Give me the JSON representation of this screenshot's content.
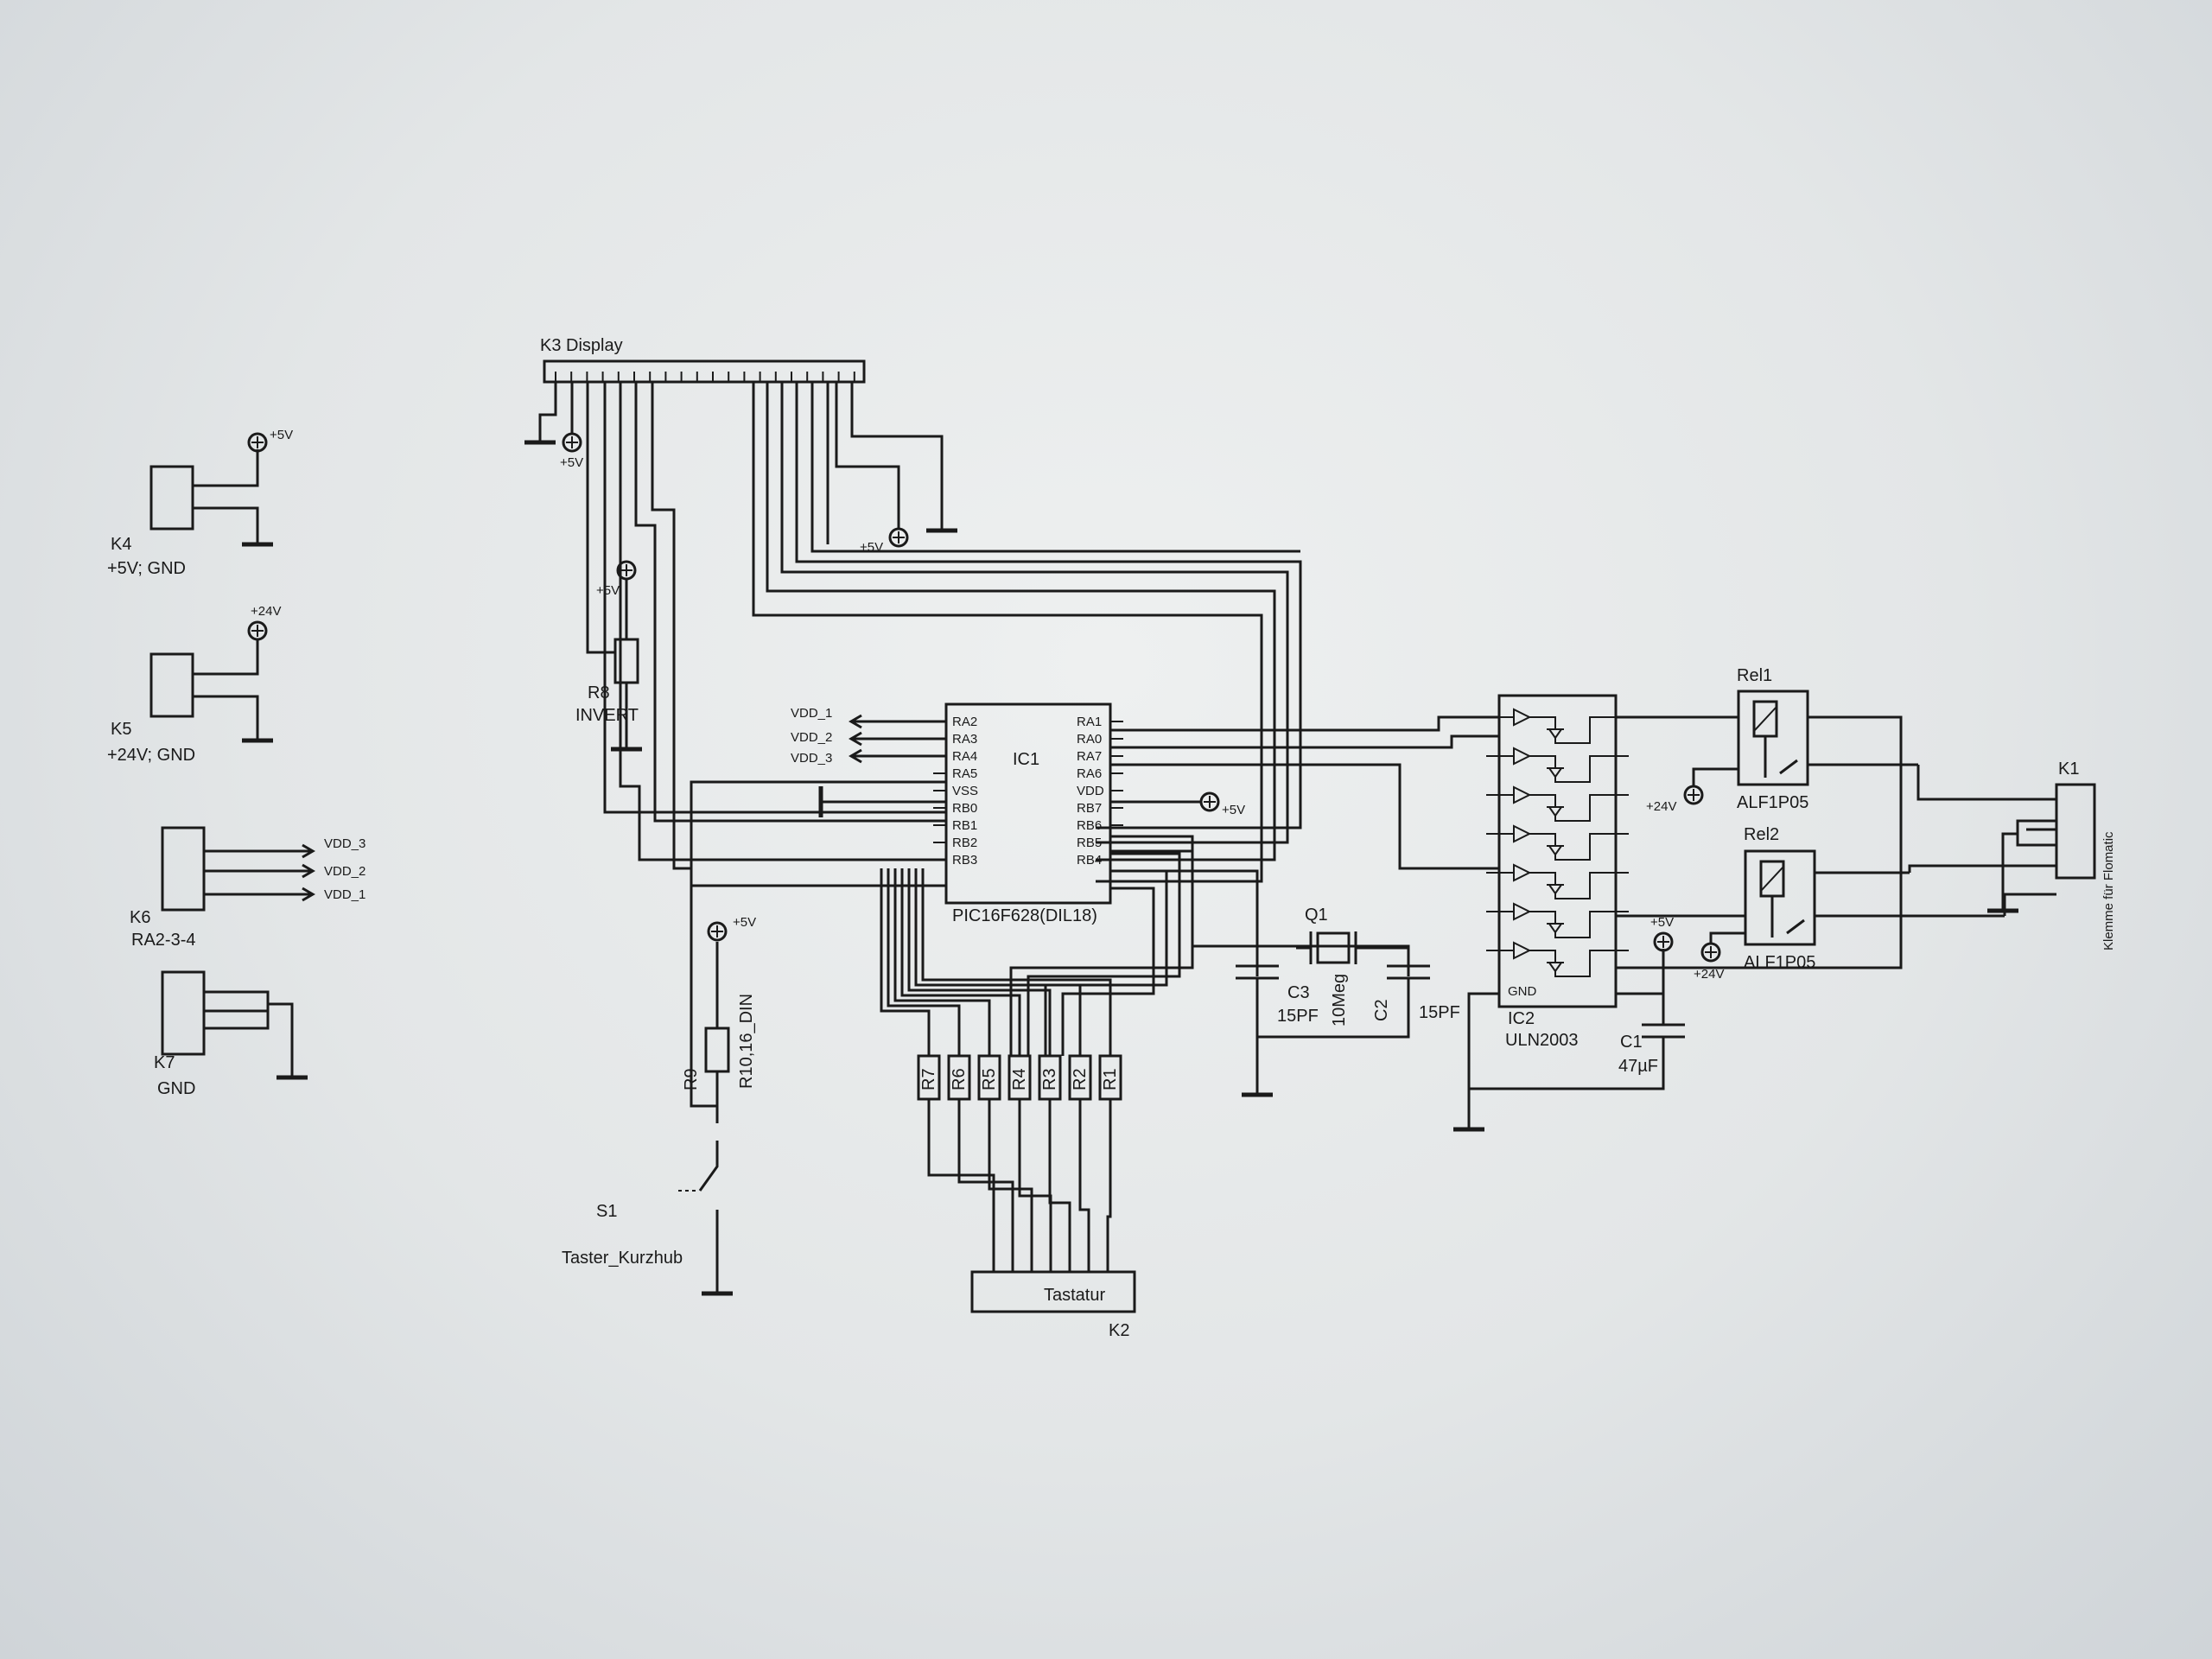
{
  "supply": {
    "p5": "+5V",
    "p24": "+24V"
  },
  "k4": {
    "name": "K4",
    "desc": "+5V; GND",
    "supply": "+5V"
  },
  "k5": {
    "name": "K5",
    "desc": "+24V; GND",
    "supply": "+24V"
  },
  "k6": {
    "name": "K6",
    "desc": "RA2-3-4",
    "signals": [
      "VDD_3",
      "VDD_2",
      "VDD_1"
    ]
  },
  "k7": {
    "name": "K7",
    "desc": "GND"
  },
  "k3": {
    "label": "K3 Display"
  },
  "r8": {
    "name": "R8",
    "value": "INVERT"
  },
  "ic1": {
    "name": "IC1",
    "part": "PIC16F628(DIL18)",
    "left_pins": [
      "RA2",
      "RA3",
      "RA4",
      "RA5",
      "VSS",
      "RB0",
      "RB1",
      "RB2",
      "RB3"
    ],
    "right_pins": [
      "RA1",
      "RA0",
      "RA7",
      "RA6",
      "VDD",
      "RB7",
      "RB6",
      "RB5",
      "RB4"
    ]
  },
  "s1": {
    "name": "S1",
    "desc": "Taster_Kurzhub",
    "resistor": "R10,16_DIN",
    "r9": "R9"
  },
  "keypad": {
    "resistors": [
      "R7",
      "R6",
      "R5",
      "R4",
      "R3",
      "R2",
      "R1"
    ]
  },
  "k2": {
    "name": "K2",
    "desc": "Tastatur"
  },
  "osc": {
    "q1": "Q1",
    "q1val": "10Meg",
    "c3": "C3",
    "c2": "C2",
    "cval": "15PF"
  },
  "ic2": {
    "name": "IC2",
    "part": "ULN2003",
    "gnd": "GND"
  },
  "c1": {
    "name": "C1",
    "value": "47µF"
  },
  "rel1": {
    "name": "Rel1",
    "part": "ALF1P05"
  },
  "rel2": {
    "name": "Rel2",
    "part": "ALF1P05"
  },
  "k1": {
    "name": "K1",
    "desc": "Klemme für Flomatic"
  }
}
